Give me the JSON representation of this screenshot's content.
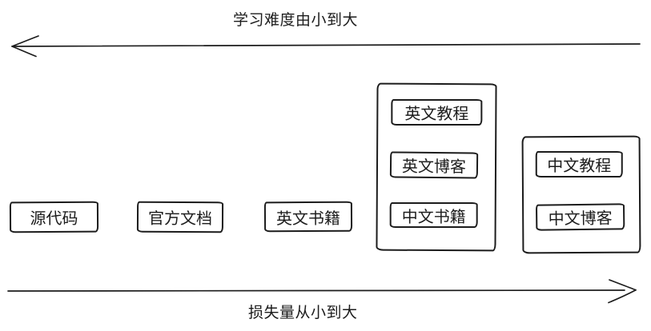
{
  "labels": {
    "top_axis": "学习难度由小到大",
    "bottom_axis": "损失量从小到大"
  },
  "boxes": [
    {
      "id": "source-code",
      "label": "源代码"
    },
    {
      "id": "official-docs",
      "label": "官方文档"
    },
    {
      "id": "english-books",
      "label": "英文书籍"
    }
  ],
  "groups": [
    {
      "id": "group-middle",
      "items": [
        {
          "id": "english-tutorials",
          "label": "英文教程"
        },
        {
          "id": "english-blogs",
          "label": "英文博客"
        },
        {
          "id": "chinese-books",
          "label": "中文书籍"
        }
      ]
    },
    {
      "id": "group-right",
      "items": [
        {
          "id": "chinese-tutorials",
          "label": "中文教程"
        },
        {
          "id": "chinese-blogs",
          "label": "中文博客"
        }
      ]
    }
  ],
  "arrows": [
    {
      "id": "top-arrow",
      "direction": "left"
    },
    {
      "id": "bottom-arrow",
      "direction": "right"
    }
  ],
  "colors": {
    "stroke": "#1c1c1c",
    "background": "#ffffff",
    "text": "#1c1c1c"
  }
}
